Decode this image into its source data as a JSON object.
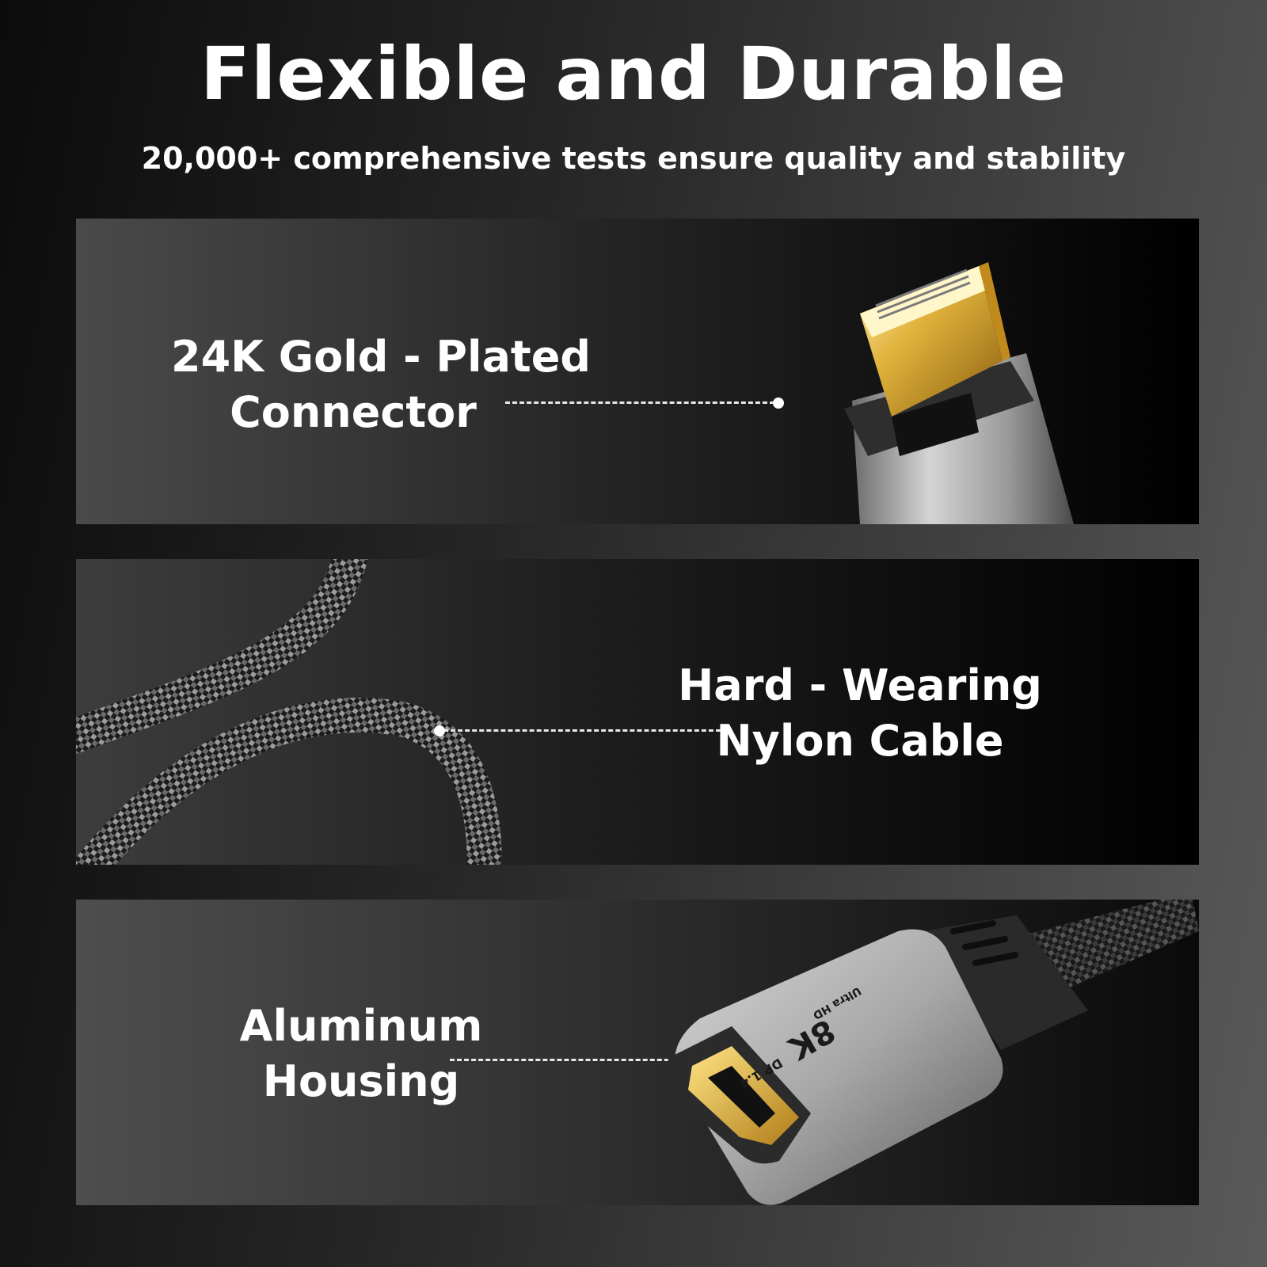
{
  "header": {
    "title": "Flexible and Durable",
    "subtitle": "20,000+ comprehensive tests ensure quality and stability"
  },
  "features": [
    {
      "line1": "24K Gold - Plated",
      "line2": "Connector"
    },
    {
      "line1": "Hard - Wearing",
      "line2": "Nylon Cable"
    },
    {
      "line1": "Aluminum",
      "line2": "Housing"
    }
  ],
  "product_markings": {
    "resolution": "8K",
    "tag": "Ultra HD",
    "standard": "DP 1.4"
  }
}
